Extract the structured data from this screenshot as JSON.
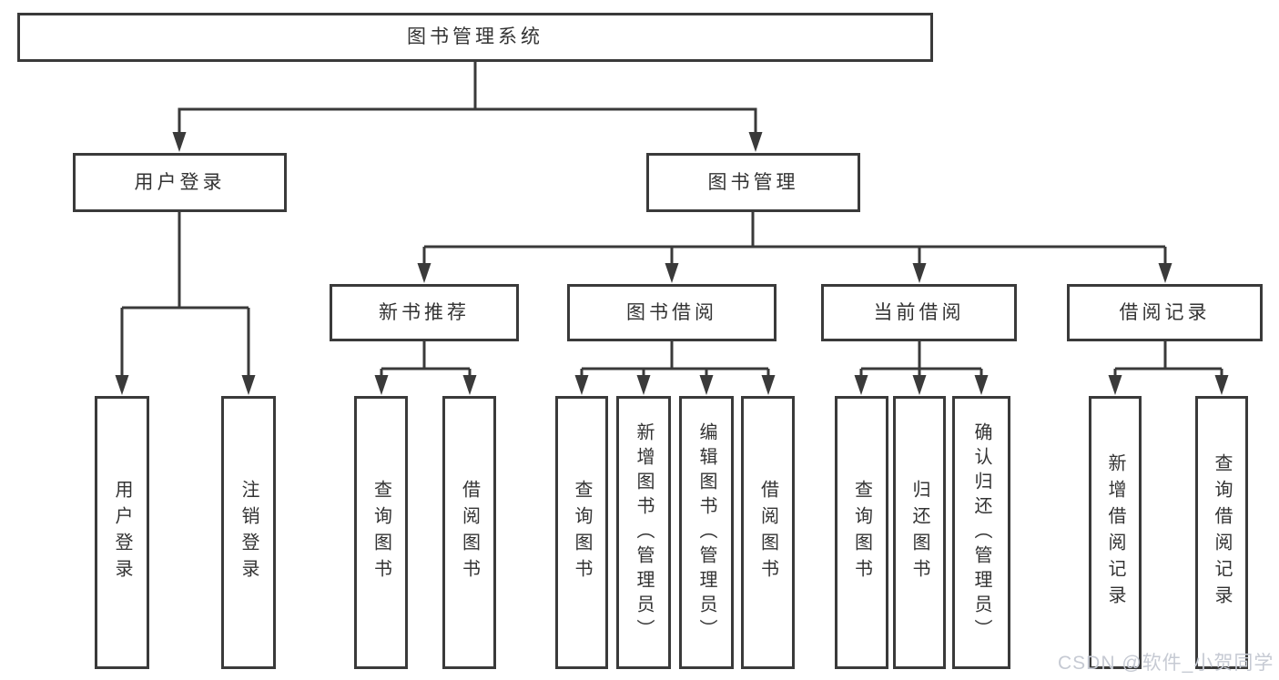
{
  "watermark": {
    "text": "CSDN @软件_小贺同学",
    "color": "#c6cad3"
  },
  "colors": {
    "line": "#3a3a3a",
    "node_border": "#3a3a3a",
    "node_text": "#333333",
    "node_background": "#ffffff",
    "page_background": "#ffffff"
  },
  "tree": {
    "label": "图书管理系统",
    "children": [
      {
        "label": "用户登录",
        "children": [
          {
            "label": "用户登录"
          },
          {
            "label": "注销登录"
          }
        ]
      },
      {
        "label": "图书管理",
        "children": [
          {
            "label": "新书推荐",
            "children": [
              {
                "label": "查询图书"
              },
              {
                "label": "借阅图书"
              }
            ]
          },
          {
            "label": "图书借阅",
            "children": [
              {
                "label": "查询图书"
              },
              {
                "label": "新增图书（管理员）"
              },
              {
                "label": "编辑图书（管理员）"
              },
              {
                "label": "借阅图书"
              }
            ]
          },
          {
            "label": "当前借阅",
            "children": [
              {
                "label": "查询图书"
              },
              {
                "label": "归还图书"
              },
              {
                "label": "确认归还（管理员）"
              }
            ]
          },
          {
            "label": "借阅记录",
            "children": [
              {
                "label": "新增借阅记录"
              },
              {
                "label": "查询借阅记录"
              }
            ]
          }
        ]
      }
    ]
  }
}
